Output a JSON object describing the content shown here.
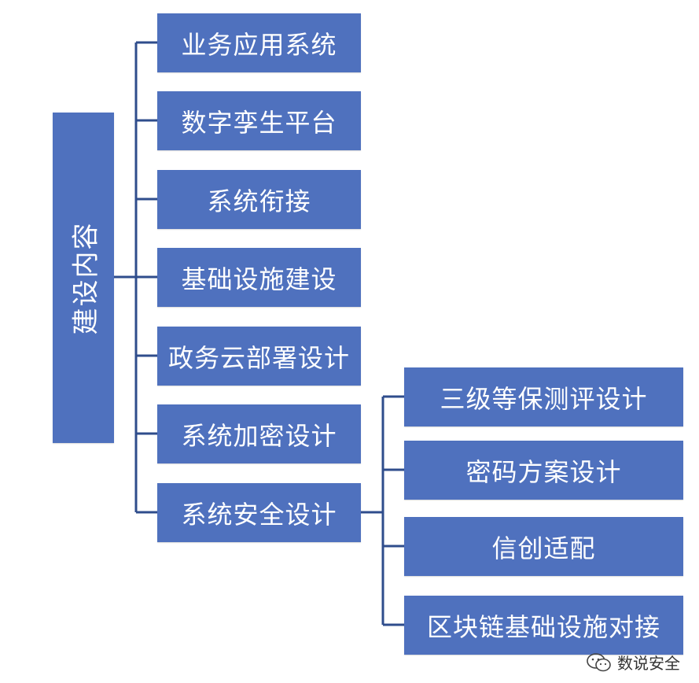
{
  "root": {
    "label": "建设内容"
  },
  "level1": [
    {
      "label": "业务应用系统"
    },
    {
      "label": "数字孪生平台"
    },
    {
      "label": "系统衔接"
    },
    {
      "label": "基础设施建设"
    },
    {
      "label": "政务云部署设计"
    },
    {
      "label": "系统加密设计"
    },
    {
      "label": "系统安全设计"
    }
  ],
  "level2": [
    {
      "label": "三级等保测评设计"
    },
    {
      "label": "密码方案设计"
    },
    {
      "label": "信创适配"
    },
    {
      "label": "区块链基础设施对接"
    }
  ],
  "watermark": {
    "text": "数说安全"
  },
  "colors": {
    "box": "#4f71be",
    "connector": "#2f4d8c"
  }
}
